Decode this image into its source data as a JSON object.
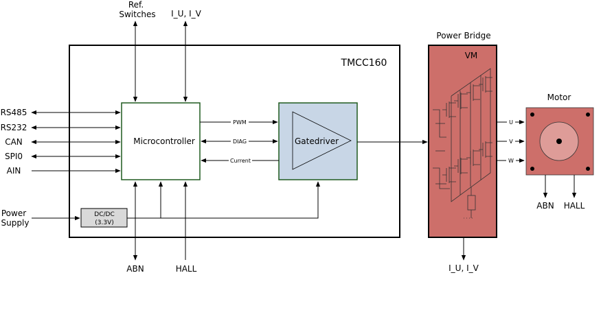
{
  "blocks": {
    "tmcc_title": "TMCC160",
    "microcontroller": "Microcontroller",
    "gatedriver": "Gatedriver",
    "dcdc_line1": "DC/DC",
    "dcdc_line2": "(3.3V)",
    "power_bridge_title": "Power Bridge",
    "vm": "VM",
    "motor_title": "Motor"
  },
  "interfaces": {
    "rs485": "RS485",
    "rs232": "RS232",
    "can": "CAN",
    "spi0": "SPI0",
    "ain": "AIN",
    "power_line1": "Power",
    "power_line2": "Supply",
    "ref_line1": "Ref.",
    "ref_line2": "Switches",
    "iu_iv_top": "I_U, I_V",
    "abn_bottom": "ABN",
    "hall_bottom": "HALL",
    "iu_iv_bottom": "I_U, I_V",
    "abn_motor": "ABN",
    "hall_motor": "HALL"
  },
  "signals": {
    "pwm": "PWM",
    "diag": "DIAG",
    "current": "Current",
    "u": "U",
    "v": "V",
    "w": "W"
  },
  "colors": {
    "bridge_fill": "#cd6f6a",
    "motor_fill": "#cd6f6a",
    "motor_rotor": "#de9c98",
    "gatedriver_fill": "#c8d6e6",
    "dcdc_fill": "#d9d9d9",
    "block_border": "#000000",
    "mcu_border": "#1f5a1f"
  }
}
